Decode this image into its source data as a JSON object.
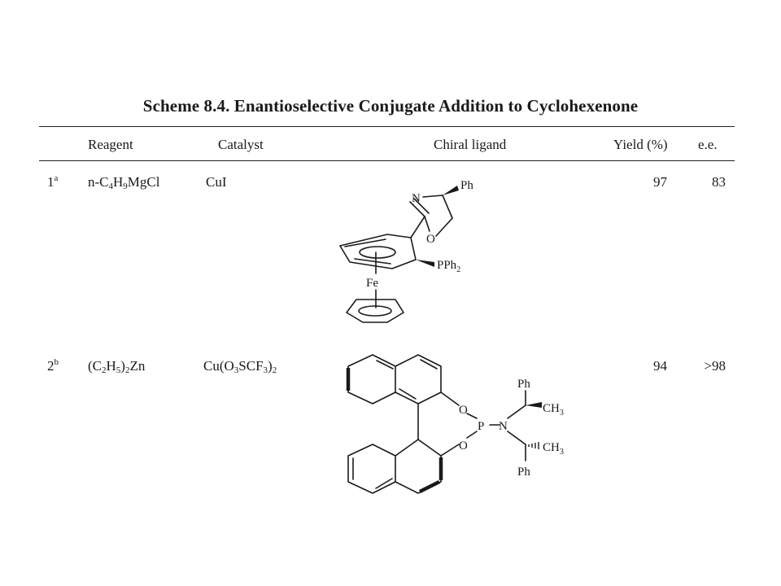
{
  "title": "Scheme 8.4.  Enantioselective Conjugate Addition to Cyclohexenone",
  "headers": {
    "reagent": "Reagent",
    "catalyst": "Catalyst",
    "ligand": "Chiral ligand",
    "yield": "Yield (%)",
    "ee": "e.e."
  },
  "rows": [
    {
      "entry": "1",
      "entry_note": "a",
      "reagent": {
        "prefix": "n-C",
        "s1": "4",
        "m1": "H",
        "s2": "9",
        "m2": "MgCl"
      },
      "catalyst": {
        "text": "CuI"
      },
      "yield": "97",
      "ee": "83",
      "ligand_labels": {
        "n": "N",
        "o": "O",
        "ph": "Ph",
        "pph": "PPh",
        "pph_sub": "2",
        "fe": "Fe"
      }
    },
    {
      "entry": "2",
      "entry_note": "b",
      "reagent": {
        "a": "(C",
        "s1": "2",
        "b": "H",
        "s2": "5",
        "c": ")",
        "s3": "2",
        "d": "Zn"
      },
      "catalyst": {
        "a": "Cu(O",
        "s1": "3",
        "b": "SCF",
        "s2": "3",
        "c": ")",
        "s3": "2"
      },
      "yield": "94",
      "ee": ">98",
      "ligand_labels": {
        "o_top": "O",
        "o_bot": "O",
        "p": "P",
        "n": "N",
        "ph_top": "Ph",
        "ch3_top": "CH",
        "ch3_top_sub": "3",
        "ch3_bot": "CH",
        "ch3_bot_sub": "3",
        "ph_bot": "Ph"
      }
    }
  ]
}
